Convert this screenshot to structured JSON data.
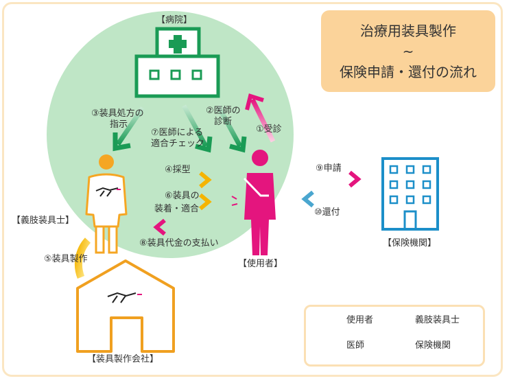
{
  "title": {
    "line1": "治療用装具製作",
    "line2": "~",
    "line3": "保険申請・還付の流れ"
  },
  "nodes": {
    "hospital": "【病院】",
    "prosthetist": "【義肢装具士】",
    "user": "【使用者】",
    "insurer": "【保険機関】",
    "company": "【装具製作会社】"
  },
  "steps": {
    "s1": "①受診",
    "s2_line1": "②医師の",
    "s2_line2": "診断",
    "s3_line1": "③装具処方の",
    "s3_line2": "指示",
    "s4": "④採型",
    "s5": "⑤装具製作",
    "s6_line1": "⑥装具の",
    "s6_line2": "装着・適合",
    "s7_line1": "⑦医師による",
    "s7_line2": "適合チェック",
    "s8": "⑧装具代金の支払い",
    "s9": "⑨申請",
    "s10": "⑩還付"
  },
  "legend": [
    {
      "label": "使用者",
      "color": "#e4157e"
    },
    {
      "label": "義肢装具士",
      "color": "#f2b01e"
    },
    {
      "label": "医師",
      "color": "#1a9b55"
    },
    {
      "label": "保険機関",
      "color": "#4aa6cf"
    }
  ],
  "colors": {
    "circle": "#bfe6c6",
    "hospital": "#1a9b55",
    "user": "#e4157e",
    "prosthetist": "#f5a623",
    "insurer": "#1c8fc9",
    "company": "#f0a020",
    "title_box": "#fbd39a",
    "frame": "#fbe6c2"
  }
}
